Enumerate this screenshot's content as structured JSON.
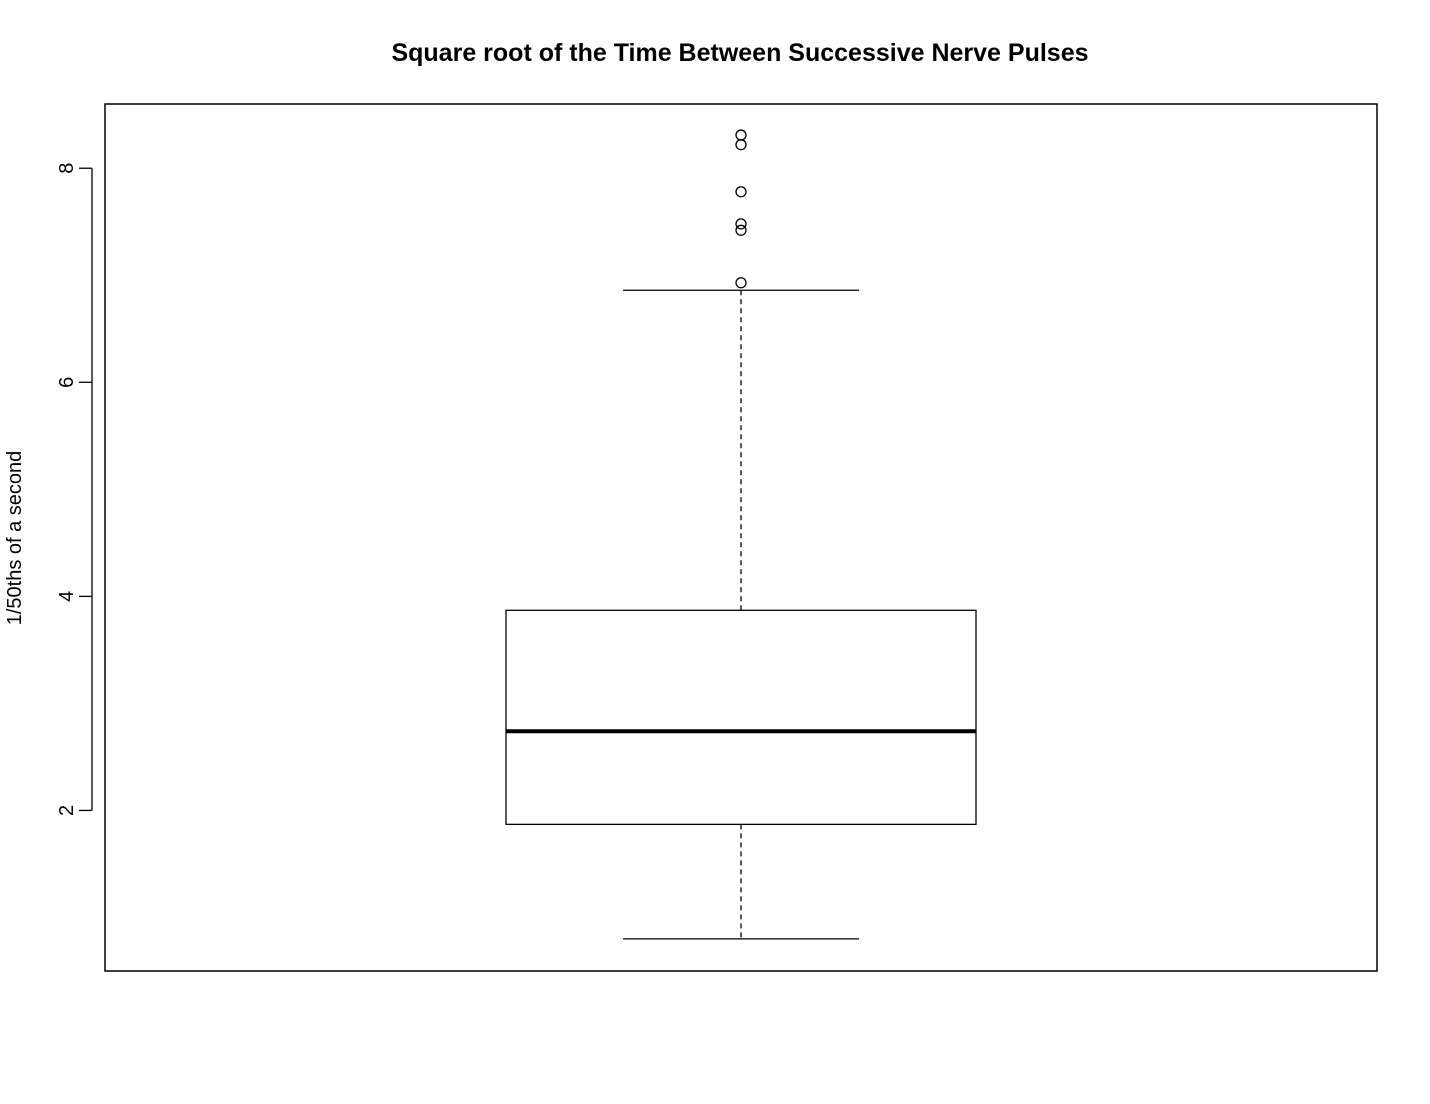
{
  "chart_data": {
    "type": "box",
    "title": "Square root of the Time Between Successive Nerve Pulses",
    "xlabel": "",
    "ylabel": "1/50ths of a second",
    "ylim": [
      0.5,
      8.6
    ],
    "y_ticks": [
      {
        "value": 2,
        "label": "2"
      },
      {
        "value": 4,
        "label": "4"
      },
      {
        "value": 6,
        "label": "6"
      },
      {
        "value": 8,
        "label": "8"
      }
    ],
    "grid": false,
    "legend": "none",
    "boxes": [
      {
        "whisker_low": 0.8,
        "q1": 1.87,
        "median": 2.74,
        "q3": 3.87,
        "whisker_high": 6.86,
        "outliers": [
          6.93,
          7.42,
          7.48,
          7.78,
          8.22,
          8.31
        ]
      }
    ]
  }
}
